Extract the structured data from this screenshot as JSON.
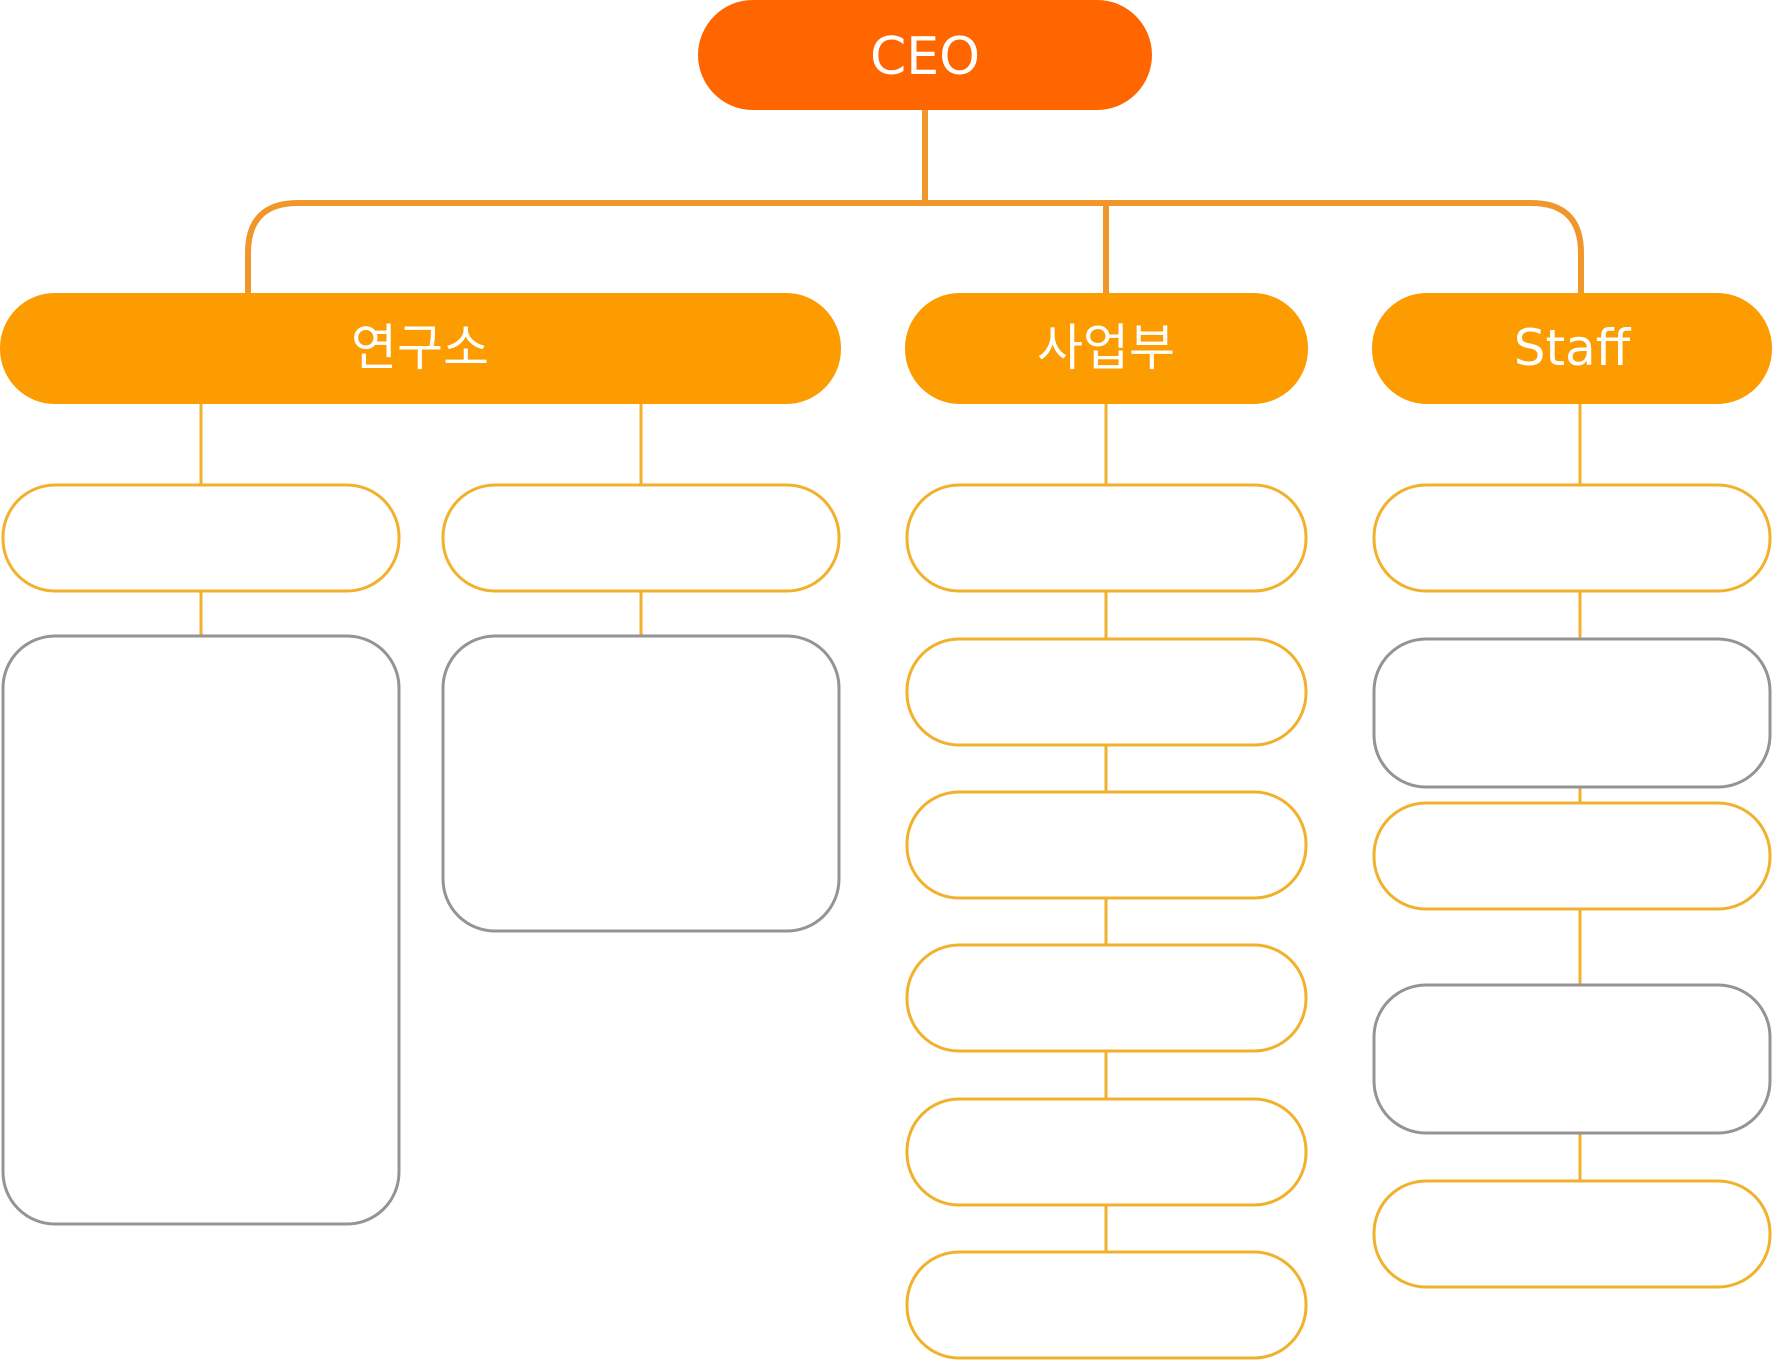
{
  "colors": {
    "ceo_fill": "#ff6600",
    "department_fill": "#fc9c00",
    "connector": "#f0962a",
    "subunit_outline": "#f2b12c",
    "group_outline": "#949494",
    "label_text": "#ffffff",
    "background": "#ffffff"
  },
  "ceo": {
    "label": "CEO"
  },
  "departments": [
    {
      "label": "연구소",
      "columns": [
        {
          "subunits": [
            "",
            ""
          ],
          "kinds": [
            "unit",
            "group"
          ]
        },
        {
          "subunits": [
            "",
            ""
          ],
          "kinds": [
            "unit",
            "group"
          ]
        }
      ]
    },
    {
      "label": "사업부",
      "columns": [
        {
          "subunits": [
            "",
            "",
            "",
            "",
            "",
            ""
          ],
          "kinds": [
            "unit",
            "unit",
            "unit",
            "unit",
            "unit",
            "unit"
          ]
        }
      ]
    },
    {
      "label": "Staff",
      "columns": [
        {
          "subunits": [
            "",
            "",
            "",
            "",
            ""
          ],
          "kinds": [
            "unit",
            "group",
            "unit",
            "group",
            "unit"
          ]
        }
      ]
    }
  ]
}
